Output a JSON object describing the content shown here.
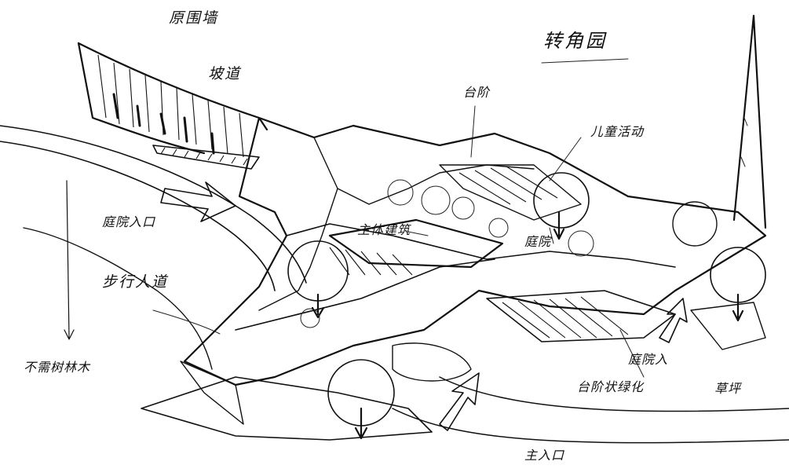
{
  "labels": {
    "title": "转角园",
    "original_wall": "原围墙",
    "slope": "坡道",
    "step_platform": "台阶",
    "kids_activity": "儿童活动",
    "courtyard_entrance_left": "庭院入口",
    "main_building": "主体建筑",
    "courtyard": "庭院",
    "pedestrian_path": "步行人道",
    "keep_trees": "不需树林木",
    "courtyard_entrance_right": "庭院入",
    "step_green": "台阶状绿化",
    "lawn": "草坪",
    "main_entrance": "主入口"
  },
  "colors": {
    "ink": "#111111",
    "paper": "#ffffff"
  }
}
